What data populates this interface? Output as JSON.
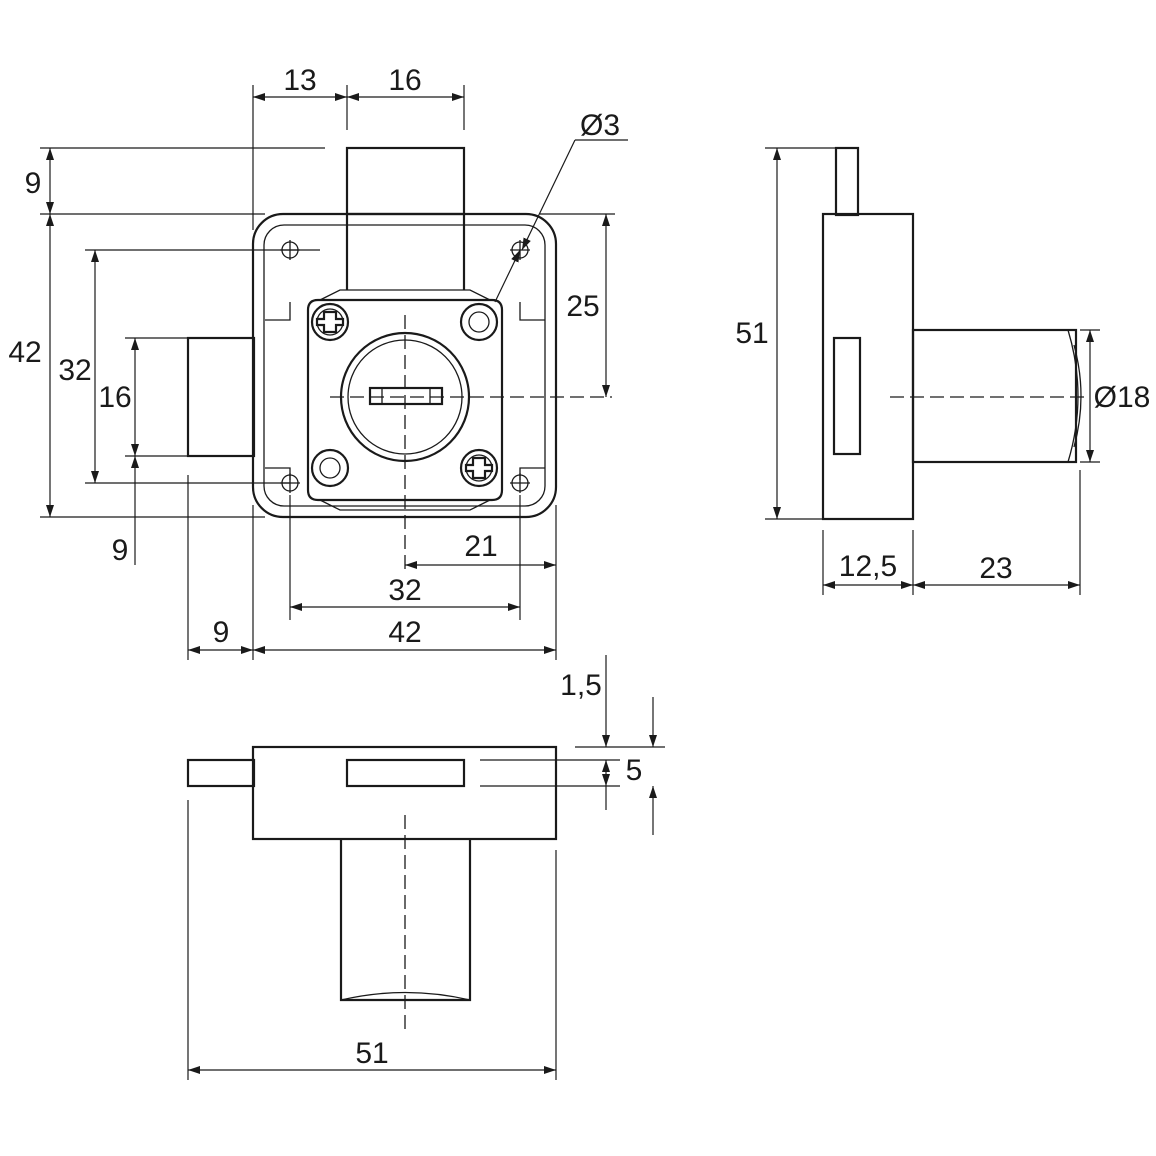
{
  "drawing": {
    "title": "Cabinet lock technical drawing",
    "line_color": "#1a1a1a",
    "background": "#ffffff",
    "front_view": {
      "dims": {
        "top_left": "13",
        "top_right": "16",
        "hole_dia": "Ø3",
        "bolt_height": "9",
        "total_height": "42",
        "hole_spacing_v": "32",
        "cylinder_height": "16",
        "bottom_gap": "9",
        "right_height": "25",
        "center_to_right": "21",
        "hole_spacing_h": "32",
        "width": "42",
        "bolt_offset": "9"
      }
    },
    "side_view": {
      "dims": {
        "height": "51",
        "cyl_dia": "Ø18",
        "body_depth": "12,5",
        "cyl_length": "23"
      }
    },
    "top_view": {
      "dims": {
        "slot_offset": "1,5",
        "slot_width": "5",
        "total_width": "51"
      }
    }
  }
}
